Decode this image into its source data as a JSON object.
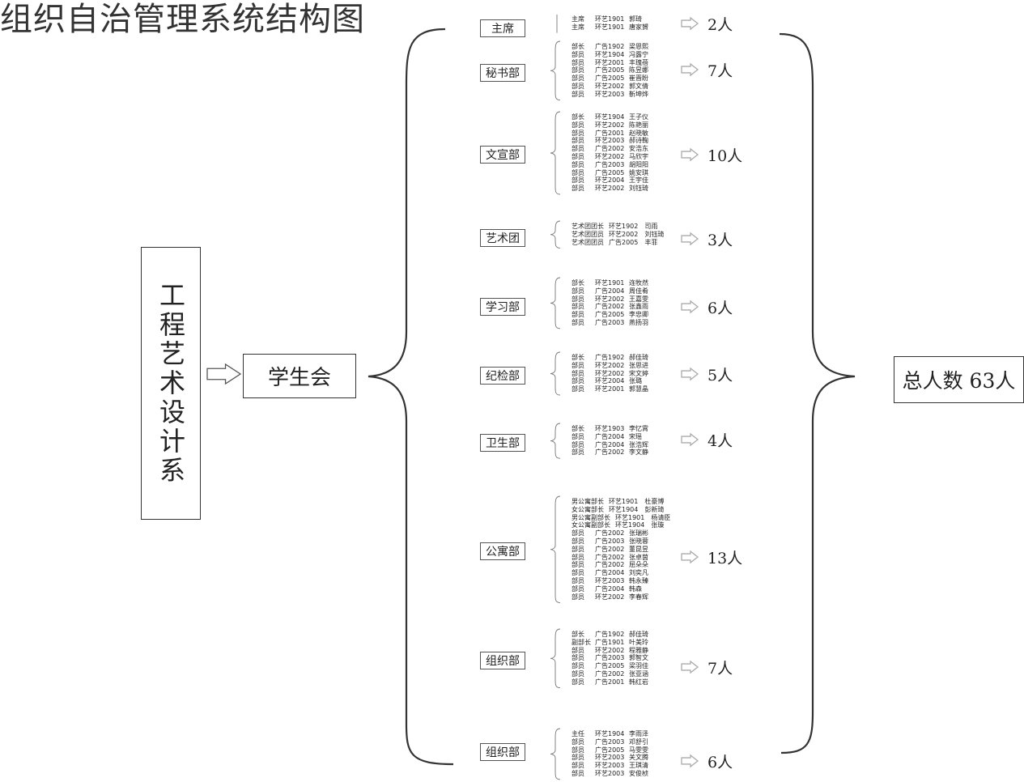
{
  "title": "组织自治管理系统结构图",
  "department": "工程艺术设计系",
  "council": "学生会",
  "total": "总人数 63人",
  "groups": [
    {
      "name": "主席",
      "count": "2人",
      "members": [
        {
          "role": "主席",
          "cls": "环艺1901",
          "person": "郭琦"
        },
        {
          "role": "主席",
          "cls": "环艺1901",
          "person": "唐家贇"
        }
      ]
    },
    {
      "name": "秘书部",
      "count": "7人",
      "members": [
        {
          "role": "部长",
          "cls": "广告1902",
          "person": "梁恩熙"
        },
        {
          "role": "部员",
          "cls": "环艺1904",
          "person": "冯露宁"
        },
        {
          "role": "部员",
          "cls": "环艺2001",
          "person": "丰瑰蓓"
        },
        {
          "role": "部员",
          "cls": "广告2005",
          "person": "陈昱娜"
        },
        {
          "role": "部员",
          "cls": "广告2005",
          "person": "崔晋盼"
        },
        {
          "role": "部员",
          "cls": "环艺2002",
          "person": "郭文倩"
        },
        {
          "role": "部员",
          "cls": "环艺2003",
          "person": "靳坤烨"
        }
      ]
    },
    {
      "name": "文宣部",
      "count": "10人",
      "members": [
        {
          "role": "部长",
          "cls": "环艺1904",
          "person": "王子仪"
        },
        {
          "role": "部员",
          "cls": "环艺2002",
          "person": "陈艳丽"
        },
        {
          "role": "部员",
          "cls": "广告2001",
          "person": "赵晓敏"
        },
        {
          "role": "部员",
          "cls": "环艺2003",
          "person": "郝诗鞠"
        },
        {
          "role": "部员",
          "cls": "广告2002",
          "person": "安浩东"
        },
        {
          "role": "部员",
          "cls": "环艺2002",
          "person": "马欣宇"
        },
        {
          "role": "部员",
          "cls": "广告2003",
          "person": "胡阳阳"
        },
        {
          "role": "部员",
          "cls": "广告2005",
          "person": "姚安琪"
        },
        {
          "role": "部员",
          "cls": "环艺2004",
          "person": "王宇佳"
        },
        {
          "role": "部员",
          "cls": "环艺2002",
          "person": "刘钰琦"
        }
      ]
    },
    {
      "name": "艺术团",
      "count": "3人",
      "wide": true,
      "members": [
        {
          "role": "艺术团团长",
          "cls": "环艺1902",
          "person": "司雨"
        },
        {
          "role": "艺术团团员",
          "cls": "环艺2002",
          "person": "刘钰琦"
        },
        {
          "role": "艺术团团员",
          "cls": "广告2005",
          "person": "丰菲"
        }
      ]
    },
    {
      "name": "学习部",
      "count": "6人",
      "members": [
        {
          "role": "部长",
          "cls": "环艺1901",
          "person": "连牧然"
        },
        {
          "role": "部员",
          "cls": "广告2004",
          "person": "周佳肴"
        },
        {
          "role": "部员",
          "cls": "环艺2002",
          "person": "王嘉雯"
        },
        {
          "role": "部员",
          "cls": "广告2002",
          "person": "张鑫雨"
        },
        {
          "role": "部员",
          "cls": "广告2005",
          "person": "李忠卿"
        },
        {
          "role": "部员",
          "cls": "广告2003",
          "person": "燕扬羽"
        }
      ]
    },
    {
      "name": "纪检部",
      "count": "5人",
      "members": [
        {
          "role": "部长",
          "cls": "广告1902",
          "person": "郝佳琦"
        },
        {
          "role": "部员",
          "cls": "环艺2002",
          "person": "张思进"
        },
        {
          "role": "部员",
          "cls": "环艺2002",
          "person": "宋文婷"
        },
        {
          "role": "部员",
          "cls": "环艺2004",
          "person": "张璐"
        },
        {
          "role": "部员",
          "cls": "环艺2001",
          "person": "郭慧晶"
        }
      ]
    },
    {
      "name": "卫生部",
      "count": "4人",
      "members": [
        {
          "role": "部长",
          "cls": "环艺1903",
          "person": "李忆霄"
        },
        {
          "role": "部员",
          "cls": "广告2004",
          "person": "宋瑶"
        },
        {
          "role": "部员",
          "cls": "广告2004",
          "person": "张浩辉"
        },
        {
          "role": "部员",
          "cls": "广告2002",
          "person": "李文静"
        }
      ]
    },
    {
      "name": "公寓部",
      "count": "13人",
      "members": [
        {
          "role": "男公寓部长",
          "cls": "环艺1901",
          "person": "杜豪博",
          "wide": true
        },
        {
          "role": "女公寓部长",
          "cls": "环艺1904",
          "person": "彭新琦",
          "wide": true
        },
        {
          "role": "男公寓副部长",
          "cls": "环艺1901",
          "person": "杨请臣",
          "wide": true
        },
        {
          "role": "女公寓副部长",
          "cls": "环艺1904",
          "person": "张璇",
          "wide": true
        },
        {
          "role": "部员",
          "cls": "广告2002",
          "person": "张瑞彬"
        },
        {
          "role": "部员",
          "cls": "广告2003",
          "person": "张晓蓉"
        },
        {
          "role": "部员",
          "cls": "广告2002",
          "person": "董昆昱"
        },
        {
          "role": "部员",
          "cls": "广告2002",
          "person": "张卓茵"
        },
        {
          "role": "部员",
          "cls": "广告2002",
          "person": "屈朵朵"
        },
        {
          "role": "部员",
          "cls": "广告2004",
          "person": "刘奕凡"
        },
        {
          "role": "部员",
          "cls": "环艺2003",
          "person": "韩永臻"
        },
        {
          "role": "部员",
          "cls": "广告2004",
          "person": "韩森"
        },
        {
          "role": "部员",
          "cls": "环艺2002",
          "person": "李春辉"
        }
      ]
    },
    {
      "name": "组织部",
      "count": "7人",
      "members": [
        {
          "role": "部长",
          "cls": "广告1902",
          "person": "郝佳琦"
        },
        {
          "role": "副部长",
          "cls": "广告1901",
          "person": "叶美玲"
        },
        {
          "role": "部员",
          "cls": "环艺2002",
          "person": "程雅静"
        },
        {
          "role": "部员",
          "cls": "广告2003",
          "person": "郭智文"
        },
        {
          "role": "部员",
          "cls": "广告2005",
          "person": "梁羽佳"
        },
        {
          "role": "部员",
          "cls": "广告2002",
          "person": "张亚涵"
        },
        {
          "role": "部员",
          "cls": "广告2001",
          "person": "韩红岩"
        }
      ]
    },
    {
      "name": "组织部",
      "count": "6人",
      "members": [
        {
          "role": "主任",
          "cls": "环艺1904",
          "person": "李雨泽"
        },
        {
          "role": "部员",
          "cls": "广告2003",
          "person": "邓舒引"
        },
        {
          "role": "部员",
          "cls": "广告2005",
          "person": "马雯雯"
        },
        {
          "role": "部员",
          "cls": "环艺2003",
          "person": "关文腾"
        },
        {
          "role": "部员",
          "cls": "环艺2003",
          "person": "王琪清"
        },
        {
          "role": "部员",
          "cls": "环艺2003",
          "person": "安俊桢"
        }
      ]
    }
  ]
}
